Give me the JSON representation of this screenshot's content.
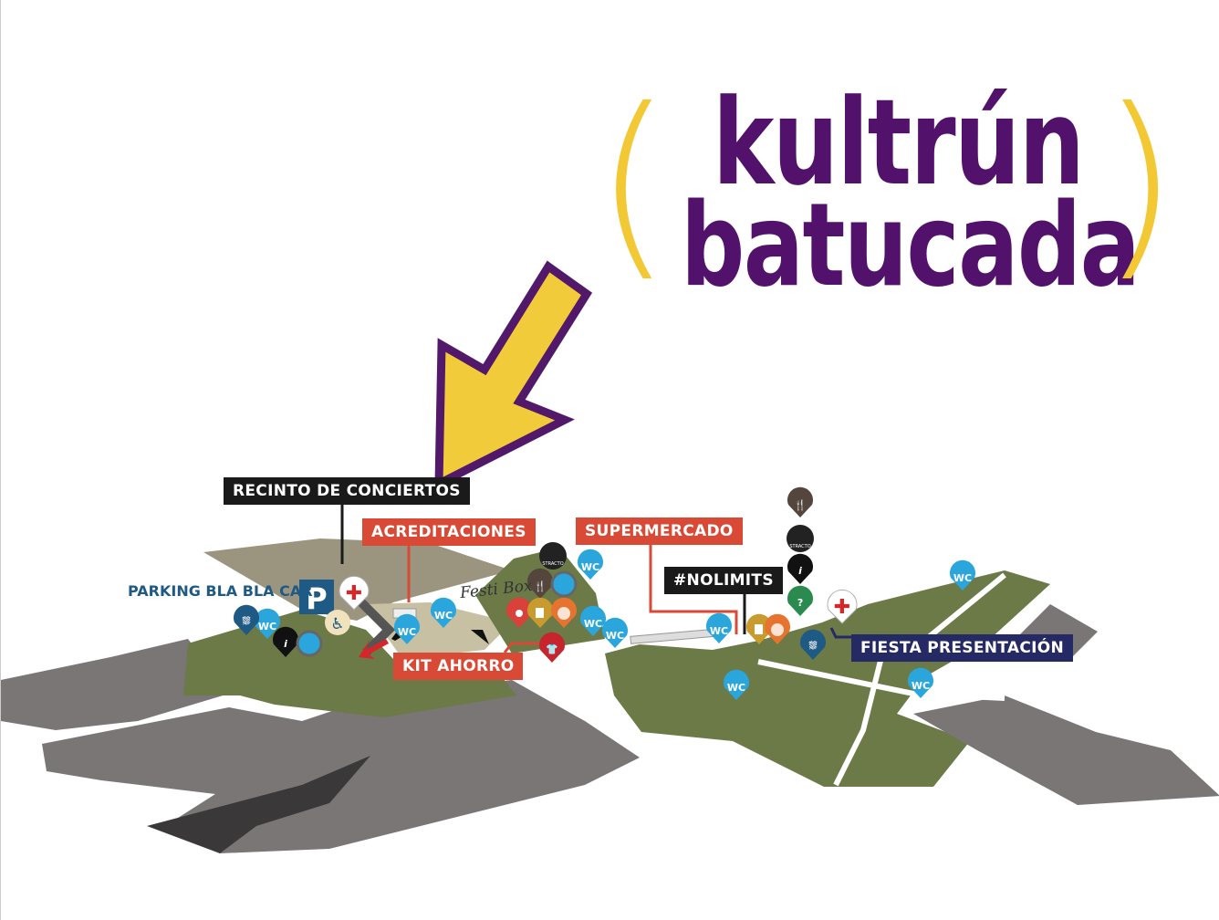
{
  "logo": {
    "line1": "kultrún",
    "line2": "batucada",
    "brace_color": "#f2c935",
    "text_color": "#52126b"
  },
  "labels": {
    "recinto": "RECINTO DE CONCIERTOS",
    "acreditaciones": "ACREDITACIONES",
    "supermercado": "SUPERMERCADO",
    "nolimits": "#NOLIMITS",
    "parking": "PARKING BLA BLA CAR",
    "kit_ahorro": "KIT AHORRO",
    "fiesta": "FIESTA PRESENTACIÓN",
    "festi_box": "Festi Box"
  },
  "pins": {
    "wc": "WC",
    "parking": "P",
    "info": "i",
    "stracto": "STRACTO"
  },
  "colors": {
    "green": "#6b7a47",
    "tan": "#9b9580",
    "beige": "#c8c0a2",
    "gray": "#7a7676",
    "dark": "#3a3838",
    "red": "#d84a35",
    "wc_blue": "#2aa6dc",
    "arrow_yellow": "#f2cb3a",
    "arrow_outline": "#52196b"
  }
}
